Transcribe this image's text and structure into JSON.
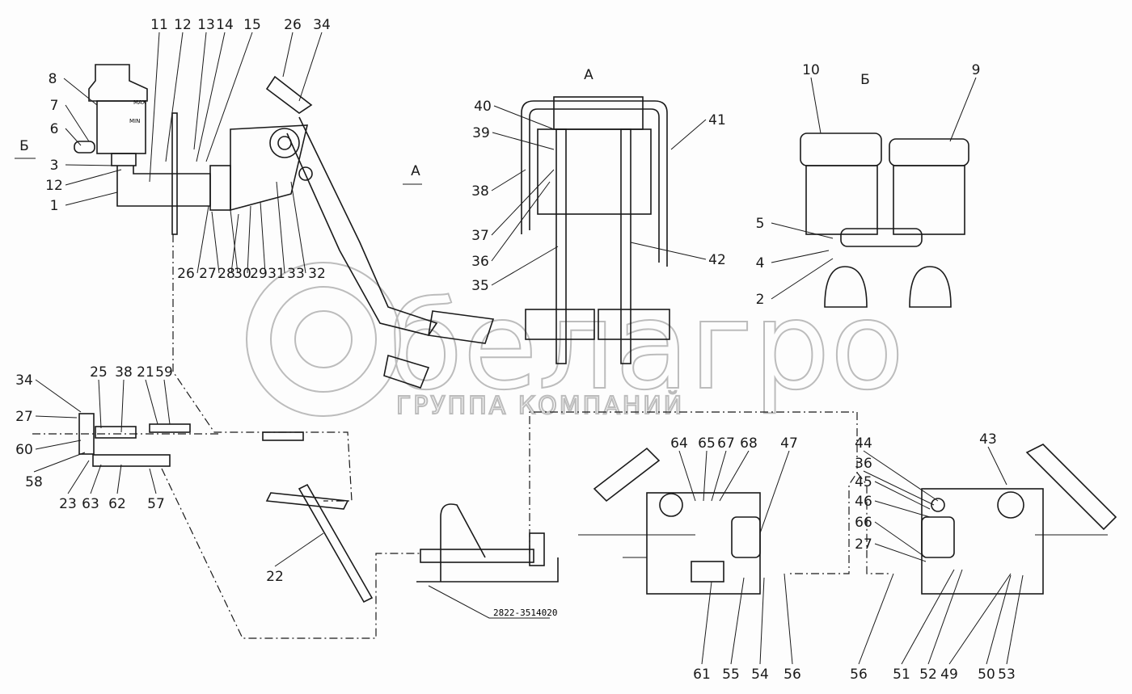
{
  "watermark": {
    "brand": "белагро",
    "subtitle": "ГРУППА КОМПАНИЙ"
  },
  "views": {
    "view_a": "А",
    "view_b": "Б",
    "arrow_a": "А",
    "arrow_b": "Б"
  },
  "drawing_number": "2822-3514020",
  "reservoir_marks": {
    "max": "MAX",
    "min": "MIN"
  },
  "callouts": [
    "8",
    "7",
    "6",
    "3",
    "12",
    "1",
    "11",
    "12",
    "13",
    "14",
    "15",
    "26",
    "34",
    "26",
    "27",
    "28",
    "30",
    "29",
    "31",
    "33",
    "32",
    "40",
    "39",
    "38",
    "37",
    "36",
    "35",
    "41",
    "42",
    "10",
    "9",
    "5",
    "4",
    "2",
    "34",
    "25",
    "38",
    "21",
    "59",
    "27",
    "60",
    "58",
    "23",
    "63",
    "62",
    "57",
    "22",
    "64",
    "65",
    "67",
    "68",
    "47",
    "61",
    "55",
    "54",
    "56",
    "44",
    "36",
    "45",
    "46",
    "66",
    "27",
    "43",
    "56",
    "51",
    "52",
    "49",
    "50",
    "53"
  ]
}
